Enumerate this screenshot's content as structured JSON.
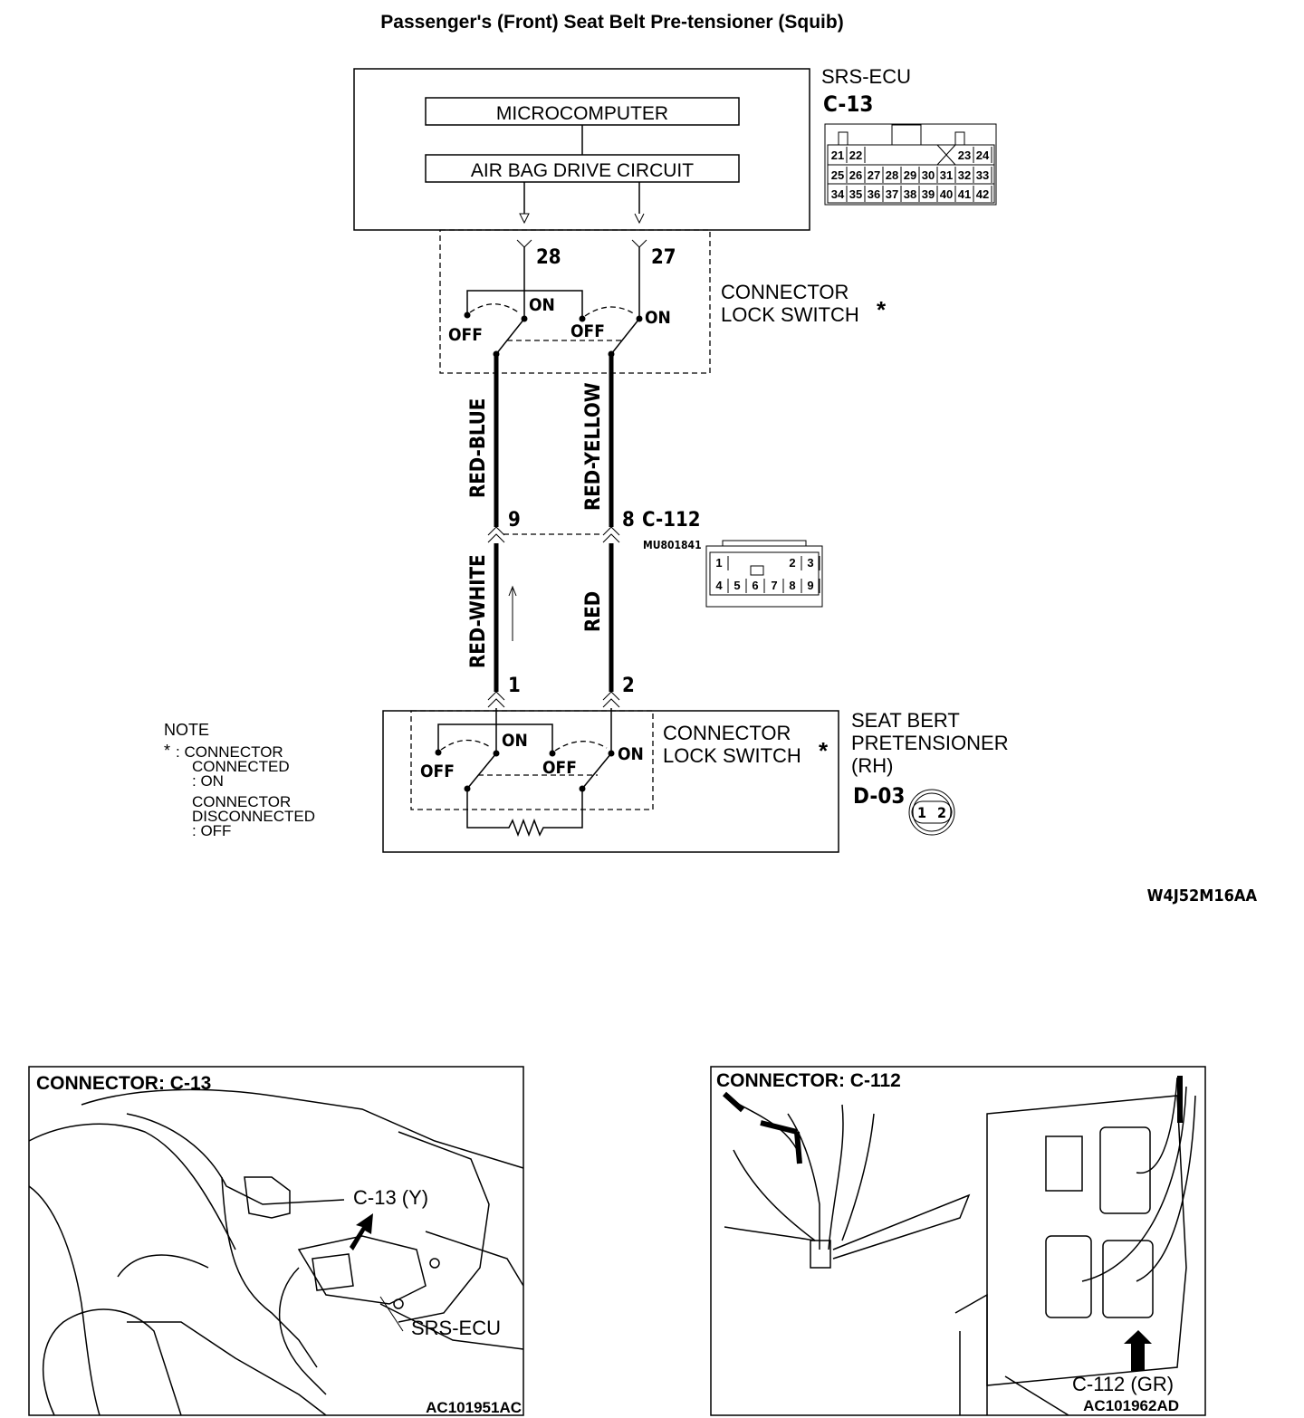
{
  "title": "Passenger's (Front) Seat Belt Pre-tensioner (Squib)",
  "ecu": {
    "name": "SRS-ECU",
    "connector": "C-13",
    "microcomputer": "MICROCOMPUTER",
    "drive_circuit": "AIR BAG DRIVE CIRCUIT",
    "pin_rows": [
      [
        "21",
        "22",
        "23",
        "24"
      ],
      [
        "25",
        "26",
        "27",
        "28",
        "29",
        "30",
        "31",
        "32",
        "33"
      ],
      [
        "34",
        "35",
        "36",
        "37",
        "38",
        "39",
        "40",
        "41",
        "42"
      ]
    ]
  },
  "terminals": {
    "t28": "28",
    "t27": "27",
    "t9": "9",
    "t8": "8",
    "t1": "1",
    "t2": "2"
  },
  "switch_labels": {
    "on": "ON",
    "off": "OFF"
  },
  "lock_switch_label": {
    "line1": "CONNECTOR",
    "line2": "LOCK SWITCH",
    "mark": "*"
  },
  "wires": {
    "upper_left": "RED-BLUE",
    "upper_right": "RED-YELLOW",
    "lower_left": "RED-WHITE",
    "lower_right": "RED"
  },
  "connector_c112": {
    "name": "C-112",
    "part_no": "MU801841",
    "pin_rows": [
      [
        "1",
        "2",
        "3"
      ],
      [
        "4",
        "5",
        "6",
        "7",
        "8",
        "9"
      ]
    ]
  },
  "pretensioner": {
    "line1": "SEAT BERT",
    "line2": "PRETENSIONER",
    "line3": "(RH)",
    "connector": "D-03",
    "pins": [
      "1",
      "2"
    ]
  },
  "note": {
    "heading": "NOTE",
    "mark": "*",
    "line1": ": CONNECTOR",
    "line2": "CONNECTED",
    "line3": ": ON",
    "line4": "CONNECTOR",
    "line5": "DISCONNECTED",
    "line6": ": OFF"
  },
  "diagram_code": "W4J52M16AA",
  "photo_left": {
    "title": "CONNECTOR: C-13",
    "callout": "C-13 (Y)",
    "component": "SRS-ECU",
    "code": "AC101951AC"
  },
  "photo_right": {
    "title": "CONNECTOR: C-112",
    "callout": "C-112 (GR)",
    "code": "AC101962AD"
  }
}
